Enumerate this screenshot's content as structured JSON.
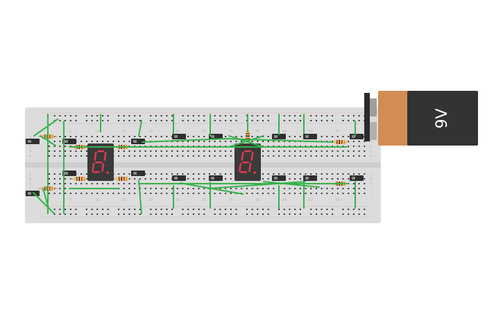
{
  "breadboard": {
    "columns": 60,
    "top_row_letters": [
      "a",
      "b",
      "c",
      "d",
      "e"
    ],
    "bottom_row_letters": [
      "f",
      "g",
      "h",
      "i",
      "j"
    ],
    "column_labels": [
      "5",
      "10",
      "15",
      "20",
      "25",
      "30",
      "35",
      "40",
      "45",
      "50",
      "55"
    ],
    "board_color": "#dcdcdc",
    "hole_color": "#333333",
    "wire_color": "#35b34a"
  },
  "displays": [
    {
      "name": "seven-segment-display-1",
      "digit": "8",
      "segment_color": "#e03b4f",
      "body_color": "#3a3a3a"
    },
    {
      "name": "seven-segment-display-2",
      "digit": "8",
      "segment_color": "#e03b4f",
      "body_color": "#3a3a3a"
    }
  ],
  "battery": {
    "label": "9V",
    "body_color": "#333333",
    "cap_color": "#d28c54"
  }
}
